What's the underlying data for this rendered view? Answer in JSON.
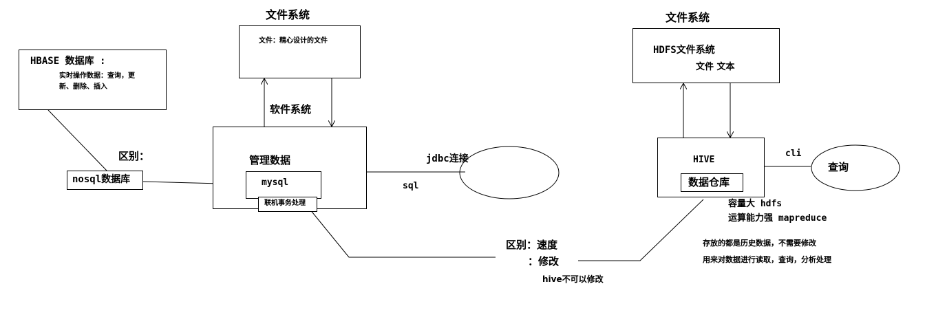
{
  "left_db": {
    "title": "HBASE 数据库 :",
    "desc_line1": "实时操作数据：查询，更",
    "desc_line2": "新、删除、插入",
    "diff_label": "区别：",
    "nosql_label": "nosql数据库"
  },
  "center": {
    "fs_heading": "文件系统",
    "fs_box_text": "文件：精心设计的文件",
    "software_label": "软件系统",
    "manage_label": "管理数据",
    "mysql_label": "mysql",
    "oltp_label": "联机事务处理",
    "jdbc_label": "jdbc连接",
    "sql_label": "sql"
  },
  "bottom": {
    "diff_speed": "区别：速度",
    "diff_modify": "：修改",
    "hive_note": "hive不可以修改"
  },
  "right": {
    "fs_heading": "文件系统",
    "hdfs_label": "HDFS文件系统",
    "file_text_label": "文件  文本",
    "hive_label": "HIVE",
    "warehouse_label": "数据仓库",
    "cli_label": "cli",
    "query_label": "查询",
    "capacity_label": "容量大  hdfs",
    "compute_label": "运算能力强 mapreduce",
    "note_line1": "存放的都是历史数据，不需要修改",
    "note_line2": "用来对数据进行读取，查询，分析处理"
  },
  "colors": {
    "line": "#000000",
    "background": "#ffffff"
  }
}
